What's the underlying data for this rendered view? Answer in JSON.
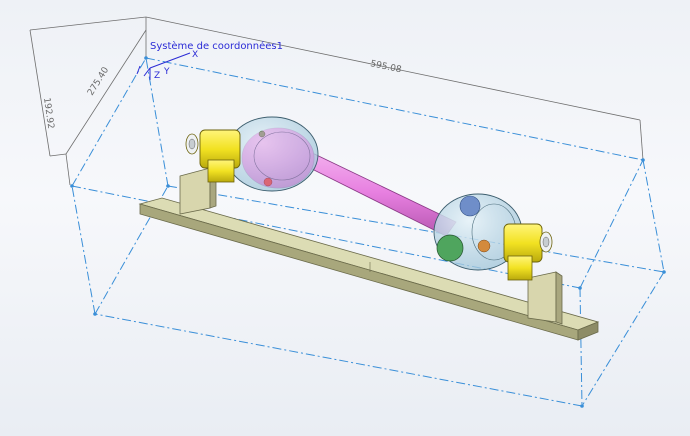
{
  "coordinate_system": {
    "label": "Système de coordonnées1"
  },
  "axes": {
    "x_label": "X",
    "y_label": "Y",
    "z_label": "Z"
  },
  "dimensions": {
    "length": "595.08",
    "height": "192.92",
    "depth": "275.40"
  },
  "colors": {
    "bounding_box": "#3a8fd8",
    "dimension_lines": "#6e6e6e",
    "coordinate_text": "#2b2bd6",
    "base_plate": "#c8c79a",
    "bracket": "#d8d6ad",
    "bearing_yellow": "#f2e222",
    "shaft_magenta": "#e77fe0",
    "housing_transparent": "#b9d6e6"
  }
}
